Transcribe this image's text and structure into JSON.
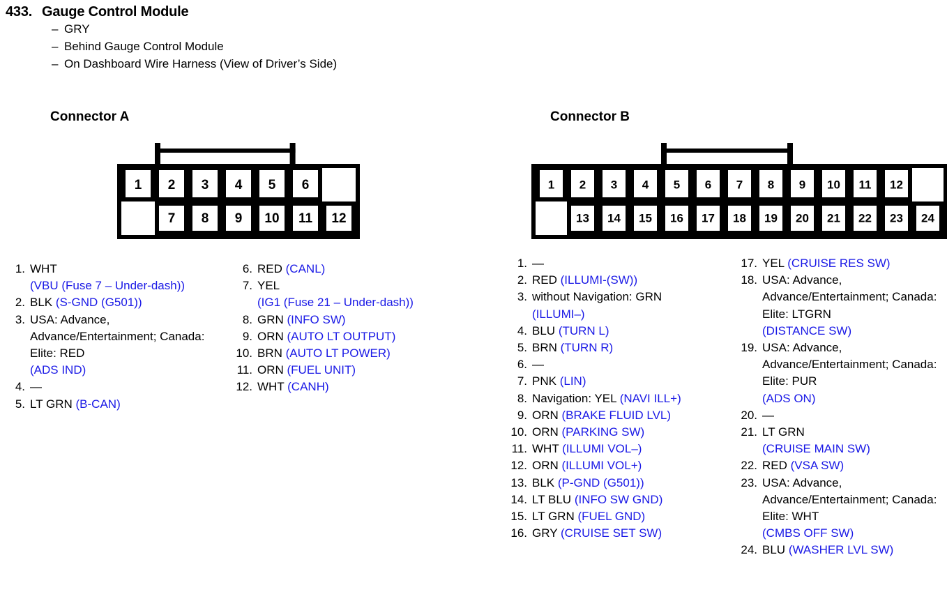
{
  "header": {
    "number": "433.",
    "title": "Gauge Control Module",
    "bullets": [
      "GRY",
      "Behind Gauge Control Module",
      "On Dashboard Wire Harness (View of Driver’s Side)"
    ],
    "dash": "–"
  },
  "connector_a": {
    "heading": "Connector A",
    "diagram": {
      "top_row": [
        "1",
        "2",
        "3",
        "4",
        "5",
        "6",
        ""
      ],
      "bottom_row": [
        "",
        "7",
        "8",
        "9",
        "10",
        "11",
        "12"
      ]
    },
    "pins_col1": [
      {
        "n": "1.",
        "color": "WHT",
        "signal": "(VBU (Fuse 7 – Under-dash))",
        "break_after_color": true
      },
      {
        "n": "2.",
        "color": "BLK",
        "signal": "(S-GND (G501))",
        "break_after_color": false
      },
      {
        "n": "3.",
        "color": "USA: Advance, Advance/Entertainment; Canada: Elite: RED",
        "signal": "(ADS IND)",
        "break_after_color": true
      },
      {
        "n": "4.",
        "color": "—",
        "signal": "",
        "break_after_color": false
      },
      {
        "n": "5.",
        "color": "LT GRN",
        "signal": "(B-CAN)",
        "break_after_color": false
      }
    ],
    "pins_col2": [
      {
        "n": "6.",
        "color": "RED",
        "signal": "(CANL)",
        "break_after_color": false
      },
      {
        "n": "7.",
        "color": "YEL",
        "signal": "(IG1 (Fuse 21 – Under-dash))",
        "break_after_color": true
      },
      {
        "n": "8.",
        "color": "GRN",
        "signal": "(INFO SW)",
        "break_after_color": false
      },
      {
        "n": "9.",
        "color": "ORN",
        "signal": "(AUTO LT OUTPUT)",
        "break_after_color": false
      },
      {
        "n": "10.",
        "color": "BRN",
        "signal": "(AUTO LT POWER)",
        "break_after_color": false
      },
      {
        "n": "11.",
        "color": "ORN",
        "signal": "(FUEL UNIT)",
        "break_after_color": false
      },
      {
        "n": "12.",
        "color": "WHT",
        "signal": "(CANH)",
        "break_after_color": false
      }
    ]
  },
  "connector_b": {
    "heading": "Connector B",
    "diagram": {
      "top_row": [
        "1",
        "2",
        "3",
        "4",
        "5",
        "6",
        "7",
        "8",
        "9",
        "10",
        "11",
        "12",
        ""
      ],
      "bottom_row": [
        "",
        "13",
        "14",
        "15",
        "16",
        "17",
        "18",
        "19",
        "20",
        "21",
        "22",
        "23",
        "24"
      ]
    },
    "pins_col1": [
      {
        "n": "1.",
        "color": "—",
        "signal": "",
        "break_after_color": false
      },
      {
        "n": "2.",
        "color": "RED",
        "signal": "(ILLUMI-(SW))",
        "break_after_color": false
      },
      {
        "n": "3.",
        "color": "without Navigation: GRN",
        "signal": "(ILLUMI–)",
        "break_after_color": true
      },
      {
        "n": "4.",
        "color": "BLU",
        "signal": "(TURN L)",
        "break_after_color": false
      },
      {
        "n": "5.",
        "color": "BRN",
        "signal": "(TURN R)",
        "break_after_color": false
      },
      {
        "n": "6.",
        "color": "—",
        "signal": "",
        "break_after_color": false
      },
      {
        "n": "7.",
        "color": "PNK",
        "signal": "(LIN)",
        "break_after_color": false
      },
      {
        "n": "8.",
        "color": "Navigation: YEL",
        "signal": "(NAVI ILL+)",
        "break_after_color": false
      },
      {
        "n": "9.",
        "color": "ORN",
        "signal": "(BRAKE FLUID LVL)",
        "break_after_color": false
      },
      {
        "n": "10.",
        "color": "ORN",
        "signal": "(PARKING SW)",
        "break_after_color": false
      },
      {
        "n": "11.",
        "color": "WHT",
        "signal": "(ILLUMI VOL–)",
        "break_after_color": false
      },
      {
        "n": "12.",
        "color": "ORN",
        "signal": "(ILLUMI VOL+)",
        "break_after_color": false
      },
      {
        "n": "13.",
        "color": "BLK",
        "signal": "(P-GND (G501))",
        "break_after_color": false
      },
      {
        "n": "14.",
        "color": "LT BLU",
        "signal": "(INFO SW GND)",
        "break_after_color": false
      },
      {
        "n": "15.",
        "color": "LT GRN",
        "signal": "(FUEL GND)",
        "break_after_color": false
      },
      {
        "n": "16.",
        "color": "GRY",
        "signal": "(CRUISE SET SW)",
        "break_after_color": false
      }
    ],
    "pins_col2": [
      {
        "n": "17.",
        "color": "YEL",
        "signal": "(CRUISE RES SW)",
        "break_after_color": false
      },
      {
        "n": "18.",
        "color": "USA: Advance, Advance/Entertainment; Canada: Elite: LTGRN",
        "signal": "(DISTANCE SW)",
        "break_after_color": true
      },
      {
        "n": "19.",
        "color": "USA: Advance, Advance/Entertainment; Canada: Elite: PUR",
        "signal": "(ADS ON)",
        "break_after_color": true
      },
      {
        "n": "20.",
        "color": "—",
        "signal": "",
        "break_after_color": false
      },
      {
        "n": "21.",
        "color": "LT GRN",
        "signal": "(CRUISE MAIN SW)",
        "break_after_color": true
      },
      {
        "n": "22.",
        "color": "RED",
        "signal": "(VSA SW)",
        "break_after_color": false
      },
      {
        "n": "23.",
        "color": "USA: Advance, Advance/Entertainment; Canada: Elite: WHT",
        "signal": "(CMBS OFF SW)",
        "break_after_color": true
      },
      {
        "n": "24.",
        "color": "BLU",
        "signal": "(WASHER LVL SW)",
        "break_after_color": false
      }
    ]
  },
  "colors": {
    "signal_blue": "#1a19e6",
    "text_black": "#000000",
    "outline": "#000000"
  }
}
